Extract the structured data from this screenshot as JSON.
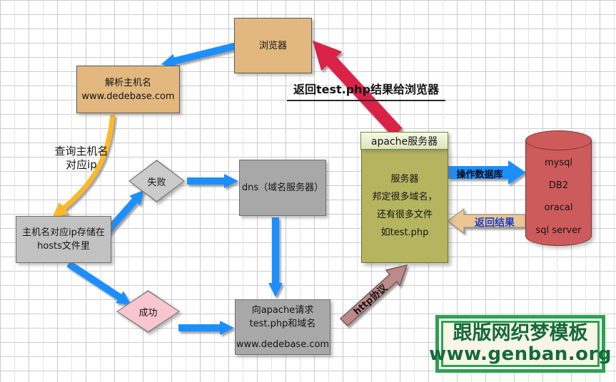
{
  "nodes": {
    "browser": {
      "label": "浏览器"
    },
    "resolve": {
      "line1": "解析主机名",
      "line2": "www.dedebase.com"
    },
    "hosts": {
      "line1": "主机名对应ip存储在",
      "line2": "hosts文件里"
    },
    "fail": {
      "label": "失败"
    },
    "success": {
      "label": "成功"
    },
    "dns": {
      "label": "dns（域名服务器）"
    },
    "request": {
      "line1": "向apache请求",
      "line2": "test.php和域名",
      "line3": "www.dedebase.com"
    },
    "apache": {
      "header": "apache服务器",
      "line1": "服务器",
      "line2": "邦定很多域名，",
      "line3": "还有很多文件",
      "line4": "如test.php"
    },
    "database": {
      "items": [
        "mysql",
        "DB2",
        "oracal",
        "sql server"
      ]
    }
  },
  "labels": {
    "query_line1": "查询主机名",
    "query_line2": "对应ip",
    "return_to_browser": "返回test.php结果给浏览器",
    "operate_db": "操作数据库",
    "return_result": "返回结果",
    "http_protocol": "http协议"
  },
  "watermark": {
    "line1": "跟版网织梦模板",
    "line2": "www.genban.org"
  },
  "colors": {
    "arrow_blue": "#1E8FFF",
    "arrow_red": "#DA2048",
    "arrow_yellow": "#FFB82A",
    "arrow_rosy": "#BC8A8A",
    "banner_tan": "#EBC692",
    "box_tan": "#E2B87F",
    "box_gray": "#A8A8A8",
    "apache_olive": "#B5B45F",
    "db_red": "#CE5B5B",
    "diamond_pink": "#F9C5CF",
    "watermark_green": "#2BA24F"
  }
}
